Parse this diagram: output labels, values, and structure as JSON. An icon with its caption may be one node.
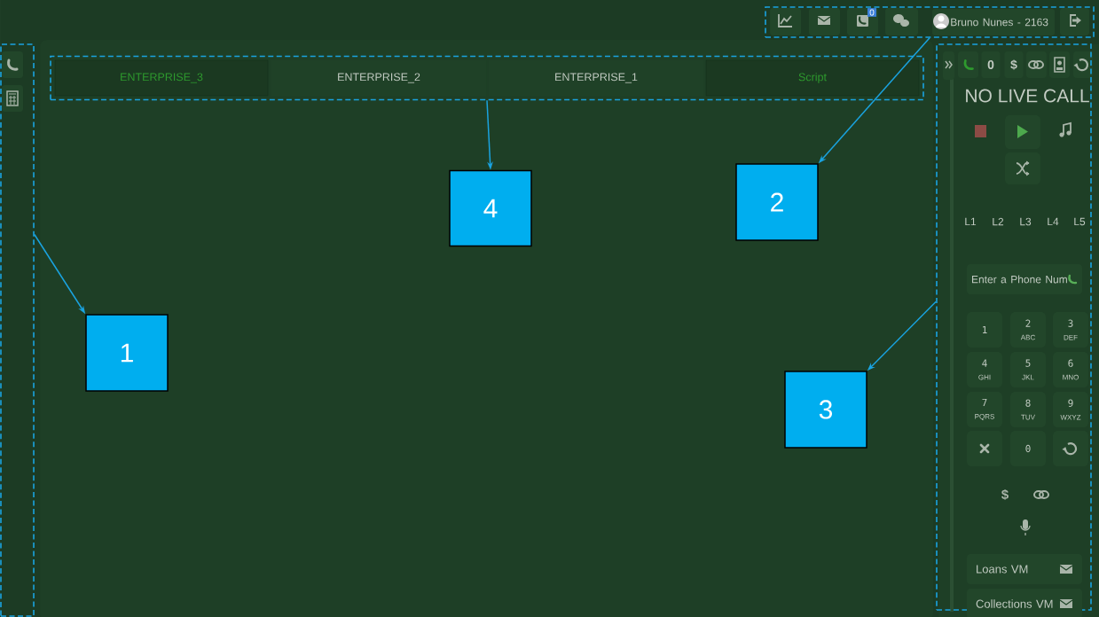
{
  "diagram": {
    "nodes": [
      {
        "text": [],
        "shape": "box"
      },
      {
        "text": [
          "Bruno Nunes - 2163"
        ],
        "in": 0
      },
      {
        "text": [],
        "shape": "box"
      },
      {
        "text": [],
        "shape": "box"
      },
      {
        "text": [
          "ENTERPRISE_3"
        ],
        "in": 3
      },
      {
        "text": [
          "ENTERPRISE_2"
        ],
        "in": 3
      },
      {
        "text": [
          "ENTERPRISE_1"
        ],
        "in": 3
      },
      {
        "text": [
          "Script"
        ],
        "in": 3
      },
      {
        "text": [],
        "shape": "box"
      },
      {
        "text": [
          "Enter a Phone Num"
        ],
        "in": 8
      },
      {
        "text": [
          "1"
        ],
        "in": 8
      },
      {
        "text": [
          "2",
          "ABC"
        ],
        "in": 8
      },
      {
        "text": [
          "3",
          "DEF"
        ],
        "in": 8
      },
      {
        "text": [
          "4",
          "GHI"
        ],
        "in": 8
      },
      {
        "text": [
          "5",
          "JKL"
        ],
        "in": 8
      },
      {
        "text": [
          "6",
          "MNO"
        ],
        "in": 8
      },
      {
        "text": [
          "7",
          "PQRS"
        ],
        "in": 8
      },
      {
        "text": [
          "8",
          "TUV"
        ],
        "in": 8
      },
      {
        "text": [
          "9",
          "WXYZ"
        ],
        "in": 8
      },
      {
        "text": [
          "0"
        ],
        "in": 8
      },
      {
        "text": [
          "Loans VM"
        ],
        "in": 8
      },
      {
        "text": [
          "Collections VM"
        ],
        "in": 8
      },
      {
        "text": [
          "4"
        ]
      },
      {
        "text": [
          "2"
        ]
      },
      {
        "text": [
          "1"
        ]
      },
      {
        "text": [
          "3"
        ]
      },
      {
        "text": [],
        "shape": "box",
        "in": 8
      },
      {
        "text": [],
        "shape": "box",
        "in": 8
      },
      {
        "text": [],
        "shape": "box",
        "in": 8
      },
      {
        "text": [],
        "shape": "box",
        "in": 8
      }
    ],
    "edges": [
      {
        "from": 3,
        "to": 22,
        "arrow": "to"
      },
      {
        "from": 0,
        "to": 23,
        "arrow": "to"
      },
      {
        "from": 2,
        "to": 24,
        "arrow": "to"
      },
      {
        "from": 8,
        "to": 25,
        "arrow": "to"
      }
    ],
    "labels": [
      "0",
      "0",
      "$",
      "NO LIVE CALL",
      "L1",
      "L2",
      "L3",
      "L4",
      "L5",
      "$"
    ]
  }
}
